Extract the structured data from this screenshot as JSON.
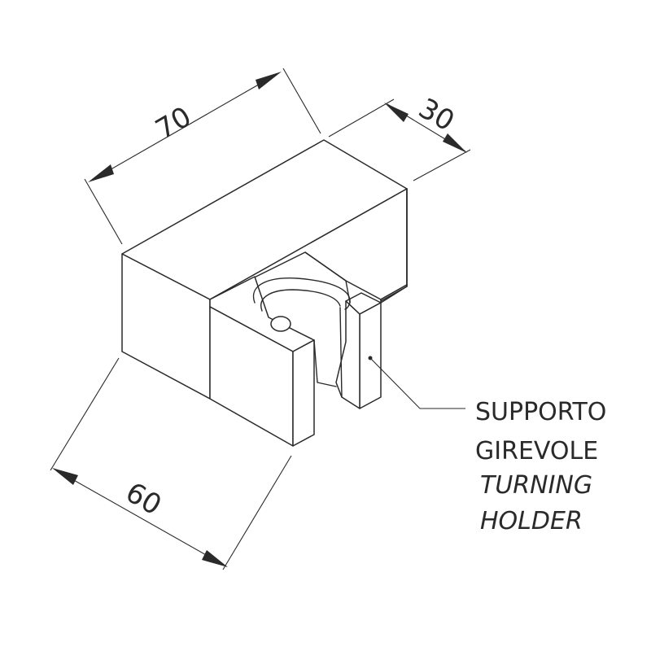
{
  "dimensions": {
    "length": "70",
    "depth": "30",
    "height": "60"
  },
  "label": {
    "line1": "SUPPORTO",
    "line2": "GIREVOLE",
    "line3": "TURNING",
    "line4": "HOLDER"
  },
  "colors": {
    "stroke": "#2a2a2a",
    "background": "#ffffff"
  }
}
